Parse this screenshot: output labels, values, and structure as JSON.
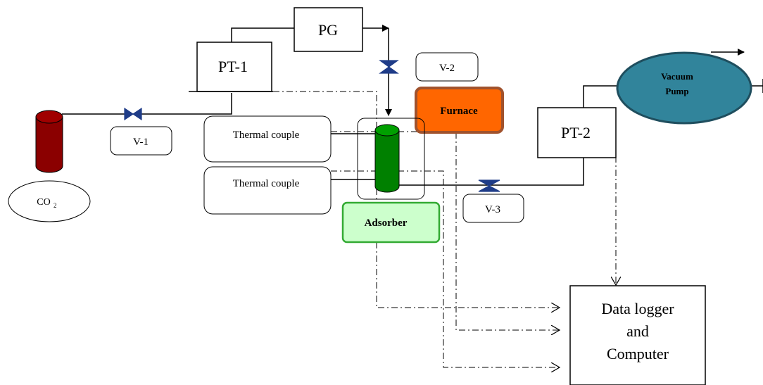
{
  "labels": {
    "pg": "PG",
    "pt1": "PT-1",
    "pt2": "PT-2",
    "v1": "V-1",
    "v2": "V-2",
    "v3": "V-3",
    "furnace": "Furnace",
    "vacuum_pump_line1": "Vacuum",
    "vacuum_pump_line2": "Pump",
    "thermal_couple_1": "Thermal couple",
    "thermal_couple_2": "Thermal couple",
    "co2_main": "CO",
    "co2_sub": "2",
    "adsorber": "Adsorber",
    "data_logger_line1": "Data logger",
    "data_logger_line2": "and",
    "data_logger_line3": "Computer"
  },
  "colors": {
    "furnace_fill": "#ff6600",
    "furnace_border": "#a0522d",
    "vacuum_pump_fill": "#31849b",
    "vacuum_pump_border": "#1f4e5e",
    "adsorber_fill": "#ccffcc",
    "adsorber_border": "#33aa33",
    "cylinder_red": "#8b0000",
    "cylinder_green": "#008000",
    "valve_blue": "#1f3c88"
  }
}
